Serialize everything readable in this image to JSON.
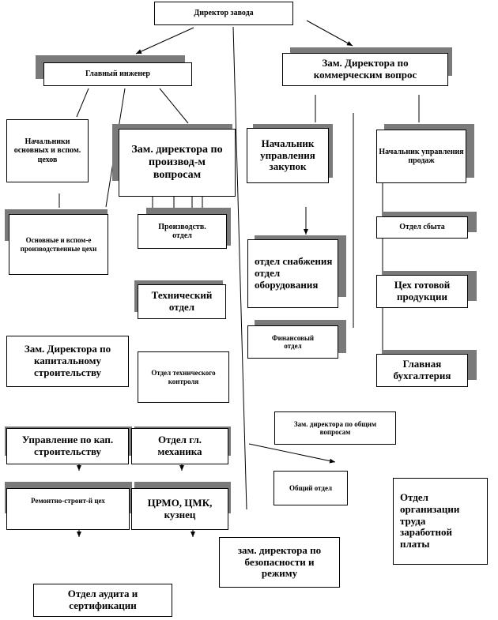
{
  "boxes": {
    "director": "Директор завода",
    "chief_engineer": "Главный инженер",
    "deputy_commercial": "Зам. Директора по коммерческим вопрос",
    "heads_shops": "Начальники основных и вспом. цехов",
    "deputy_production": "Зам. директора по производ-м вопросам",
    "head_procurement": "Начальник управления закупок",
    "head_sales": "Начальник управления продаж",
    "main_aux_shops": "Основные и вспом-е производственные цехи",
    "production_dept": "Производств. отдел",
    "supply_dept": "отдел снабжения отдел оборудования",
    "sales_dept": "Отдел сбыта",
    "technical_dept": "Технический отдел",
    "finished_goods": "Цех готовой продукции",
    "financial_dept": "Финансовый отдел",
    "deputy_construction": "Зам. Директора по капитальному строительству",
    "quality_control": "Отдел технического контроля",
    "chief_accounting": "Главная бухгалтерия",
    "deputy_general": "Зам. директора по общим вопросам",
    "construction_mgmt": "Управление по кап. строительству",
    "chief_mechanic": "Отдел гл. механика",
    "repair_shop": "Ремонтно-строит-й цех",
    "workshops": "ЦРМО, ЦМК, кузнец",
    "general_dept": "Общий отдел",
    "labor_dept": "Отдел организации труда заработной платы",
    "deputy_security": "зам. директора по безопасности и режиму",
    "audit_dept": "Отдел аудита и сертификации"
  }
}
